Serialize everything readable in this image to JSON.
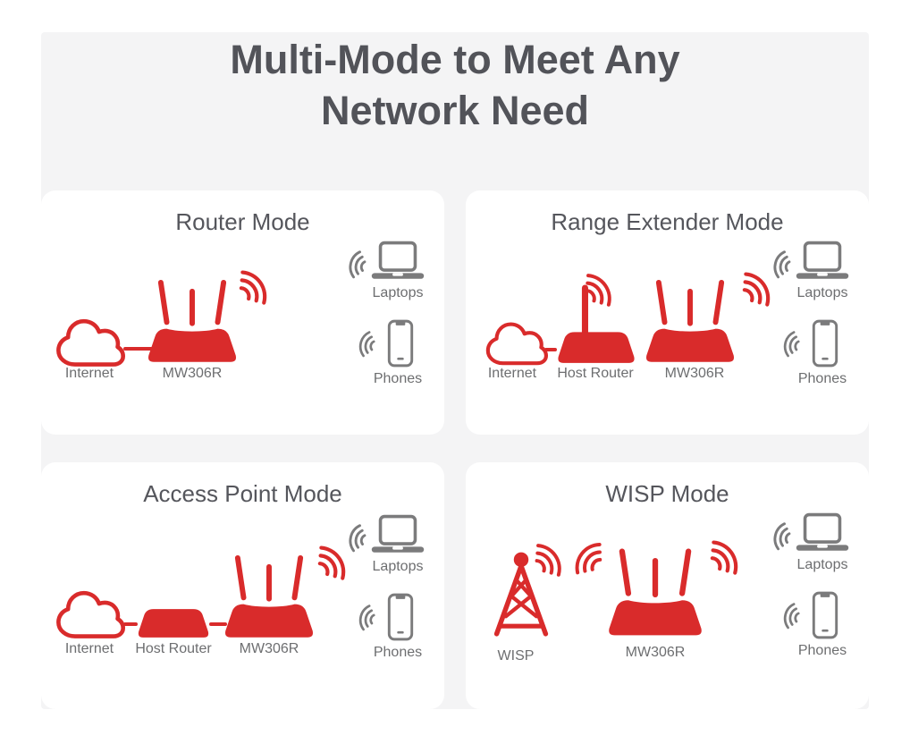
{
  "title": {
    "line1": "Multi-Mode to Meet Any",
    "line2": "Network Need"
  },
  "colors": {
    "brand_red": "#d92b2b",
    "device_gray": "#7b7b7c",
    "title_text": "#525359",
    "label_text": "#6d6e70",
    "panel_bg": "#f4f4f5",
    "card_bg": "#ffffff"
  },
  "icons": {
    "cloud": "internet-cloud-icon",
    "router": "three-antenna-router-icon",
    "host_router_antenna": "host-router-antenna-icon",
    "host_router_box": "host-router-box-icon",
    "tower": "wisp-radio-tower-icon",
    "laptop": "laptop-icon",
    "phone": "smartphone-icon",
    "signal": "wifi-signal-arcs-icon"
  },
  "cards": [
    {
      "title": "Router Mode",
      "labels": {
        "internet": "Internet",
        "router": "MW306R",
        "laptops": "Laptops",
        "phones": "Phones"
      }
    },
    {
      "title": "Range Extender Mode",
      "labels": {
        "internet": "Internet",
        "host_router": "Host Router",
        "router": "MW306R",
        "laptops": "Laptops",
        "phones": "Phones"
      }
    },
    {
      "title": "Access Point Mode",
      "labels": {
        "internet": "Internet",
        "host_router": "Host Router",
        "router": "MW306R",
        "laptops": "Laptops",
        "phones": "Phones"
      }
    },
    {
      "title": "WISP Mode",
      "labels": {
        "wisp": "WISP",
        "router": "MW306R",
        "laptops": "Laptops",
        "phones": "Phones"
      }
    }
  ]
}
